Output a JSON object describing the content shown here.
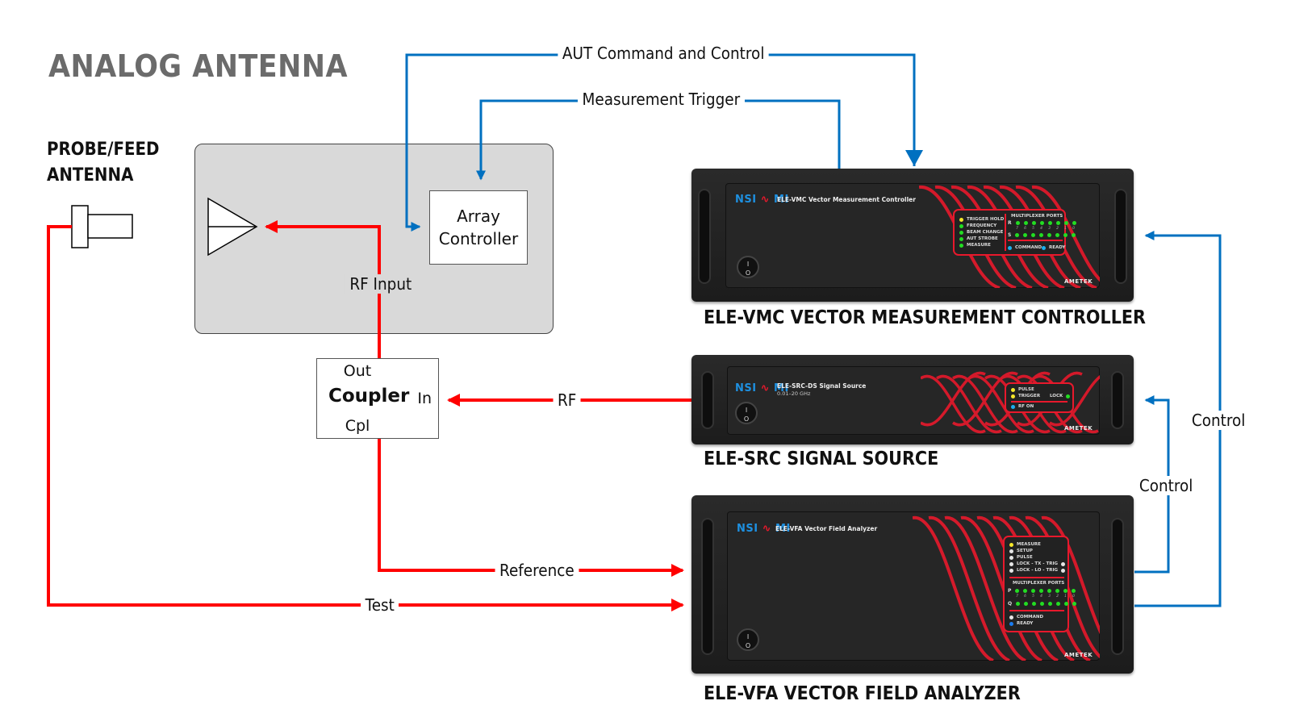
{
  "title": "ANALOG ANTENNA",
  "probe_feed": {
    "line1": "PROBE/FEED",
    "line2": "ANTENNA"
  },
  "array_controller": {
    "line1": "Array",
    "line2": "Controller"
  },
  "coupler": {
    "name": "Coupler",
    "out": "Out",
    "in": "In",
    "cpl": "Cpl"
  },
  "signals": {
    "aut_command": "AUT Command and Control",
    "measurement_trigger": "Measurement Trigger",
    "rf_input": "RF Input",
    "rf": "RF",
    "reference": "Reference",
    "test": "Test",
    "control_vmc": "Control",
    "control_src": "Control"
  },
  "colors": {
    "rf_line": "#ff0000",
    "control_line": "#0070c0",
    "aut_box": "#d9d9d9",
    "title_grey": "#6b6b6b"
  },
  "instruments": {
    "vmc": {
      "caption": "ELE-VMC VECTOR MEASUREMENT CONTROLLER",
      "model": "ELE-VMC Vector Measurement Controller",
      "logo_left": "NSI",
      "logo_right": "MI",
      "brand": "AMETEK",
      "power": [
        "I",
        "O"
      ],
      "status_leds": [
        {
          "label": "TRIGGER HOLD",
          "color": "#f5e62a"
        },
        {
          "label": "FREQUENCY",
          "color": "#22dd22"
        },
        {
          "label": "BEAM CHANGE",
          "color": "#22dd22"
        },
        {
          "label": "AUT STROBE",
          "color": "#22dd22"
        },
        {
          "label": "MEASURE",
          "color": "#22dd22"
        }
      ],
      "mux_title": "MULTIPLEXER PORTS",
      "mux_rows": [
        "R",
        "S"
      ],
      "port_numbers": [
        "7",
        "6",
        "5",
        "4",
        "3",
        "2",
        "1",
        "0"
      ],
      "bottom_leds": [
        {
          "label": "COMMAND",
          "color": "#1ab0f0"
        },
        {
          "label": "READY",
          "color": "#1ab0f0"
        }
      ]
    },
    "src": {
      "caption": "ELE-SRC SIGNAL SOURCE",
      "model": "ELE-SRC-DS Signal Source",
      "range": "0.01–20 GHz",
      "logo_left": "NSI",
      "logo_right": "MI",
      "brand": "AMETEK",
      "power": [
        "I",
        "O"
      ],
      "status_leds": [
        {
          "label": "PULSE",
          "color": "#f5e62a"
        },
        {
          "label": "TRIGGER",
          "color": "#f5e62a"
        }
      ],
      "lock_led": {
        "label": "LOCK",
        "color": "#22dd22"
      },
      "bottom_leds": [
        {
          "label": "RF ON",
          "color": "#1ab0f0"
        }
      ]
    },
    "vfa": {
      "caption": "ELE-VFA VECTOR FIELD ANALYZER",
      "model": "ELE-VFA Vector Field Analyzer",
      "logo_left": "NSI",
      "logo_right": "MI",
      "brand": "AMETEK",
      "power": [
        "I",
        "O"
      ],
      "status_leds": [
        {
          "label": "MEASURE",
          "color": "#f5e62a"
        },
        {
          "label": "SETUP",
          "color": "#e6e6e6"
        },
        {
          "label": "PULSE",
          "color": "#e6e6e6"
        },
        {
          "label": "LOCK - TX - TRIG",
          "color": "#e6e6e6"
        },
        {
          "label": "LOCK - LO - TRIG",
          "color": "#e6e6e6"
        }
      ],
      "mux_title": "MULTIPLEXER PORTS",
      "mux_rows": [
        "P",
        "Q"
      ],
      "port_numbers": [
        "7",
        "6",
        "5",
        "4",
        "3",
        "2",
        "1",
        "0"
      ],
      "bottom_leds": [
        {
          "label": "COMMAND",
          "color": "#e6e6e6"
        },
        {
          "label": "READY",
          "color": "#1a7cf0"
        }
      ]
    }
  }
}
